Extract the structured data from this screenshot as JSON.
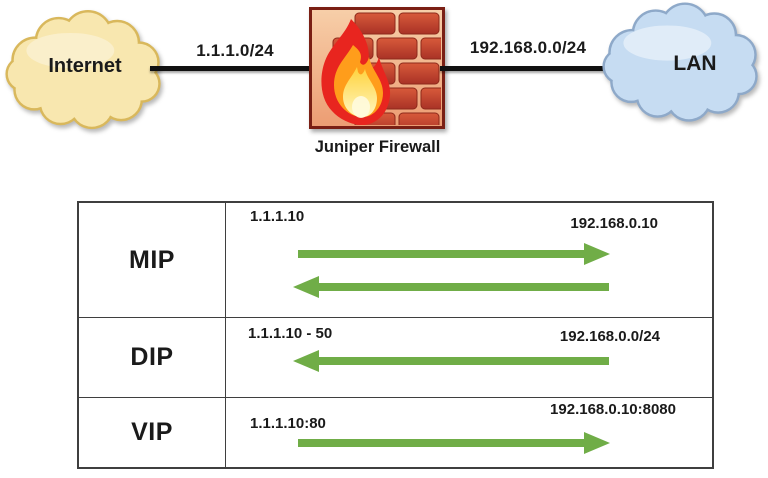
{
  "diagram": {
    "internet": {
      "label": "Internet"
    },
    "lan": {
      "label": "LAN"
    },
    "left_link": {
      "label": "1.1.1.0/24"
    },
    "right_link": {
      "label": "192.168.0.0/24"
    },
    "firewall": {
      "label": "Juniper Firewall"
    }
  },
  "nat_table": {
    "rows": [
      {
        "type": "MIP",
        "external": "1.1.1.10",
        "internal": "192.168.0.10",
        "arrows": [
          "right",
          "left"
        ]
      },
      {
        "type": "DIP",
        "external": "1.1.1.10 - 50",
        "internal": "192.168.0.0/24",
        "arrows": [
          "left"
        ]
      },
      {
        "type": "VIP",
        "external": "1.1.1.10:80",
        "internal": "192.168.0.10:8080",
        "arrows": [
          "right"
        ]
      }
    ]
  },
  "icons": {
    "internet": "cloud-icon",
    "lan": "cloud-icon",
    "firewall": "firewall-brick-flame-icon",
    "arrow_right": "arrow-right-icon",
    "arrow_left": "arrow-left-icon"
  },
  "colors": {
    "arrow_green": "#70AD47",
    "link_line": "#111111",
    "table_border": "#3F3F3F",
    "internet_cloud_fill": "#F8E7AF",
    "internet_cloud_stroke": "#D9B85C",
    "lan_cloud_fill": "#C6DCF2",
    "lan_cloud_stroke": "#8EA9C9",
    "brick_red": "#BE3B27",
    "flame_red": "#E8251F",
    "flame_orange": "#FF9D1B",
    "flame_yellow": "#FFE14D"
  }
}
